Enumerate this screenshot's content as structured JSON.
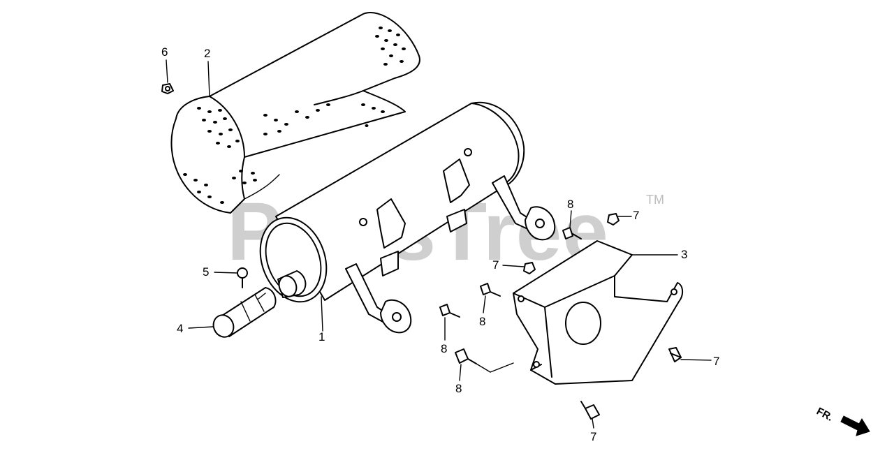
{
  "watermark": {
    "text": "PartsTree",
    "trademark": "TM"
  },
  "direction_marker": {
    "label": "FR."
  },
  "callouts": [
    {
      "id": "c6",
      "label": "6"
    },
    {
      "id": "c2",
      "label": "2"
    },
    {
      "id": "c8a",
      "label": "8"
    },
    {
      "id": "c7a",
      "label": "7"
    },
    {
      "id": "c3",
      "label": "3"
    },
    {
      "id": "c7b",
      "label": "7"
    },
    {
      "id": "c5",
      "label": "5"
    },
    {
      "id": "c8b",
      "label": "8"
    },
    {
      "id": "c4",
      "label": "4"
    },
    {
      "id": "c1",
      "label": "1"
    },
    {
      "id": "c8c",
      "label": "8"
    },
    {
      "id": "c7c",
      "label": "7"
    },
    {
      "id": "c8d",
      "label": "8"
    },
    {
      "id": "c7d",
      "label": "7"
    }
  ]
}
